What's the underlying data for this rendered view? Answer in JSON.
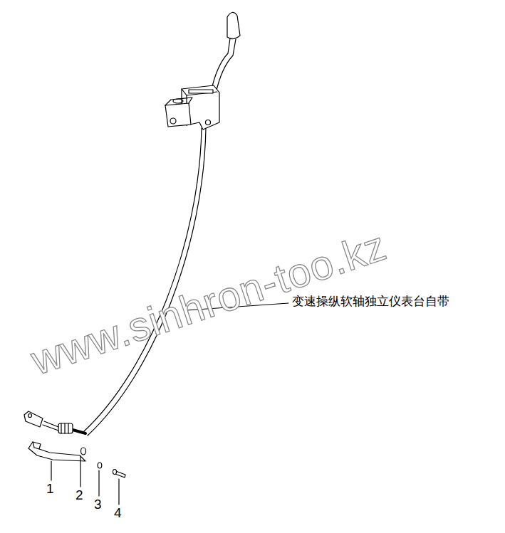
{
  "diagram": {
    "labels": [
      "www.sinhron-too.kz",
      "变速操纵软轴独立仪表台自带",
      "1",
      "2",
      "3",
      "4"
    ]
  }
}
